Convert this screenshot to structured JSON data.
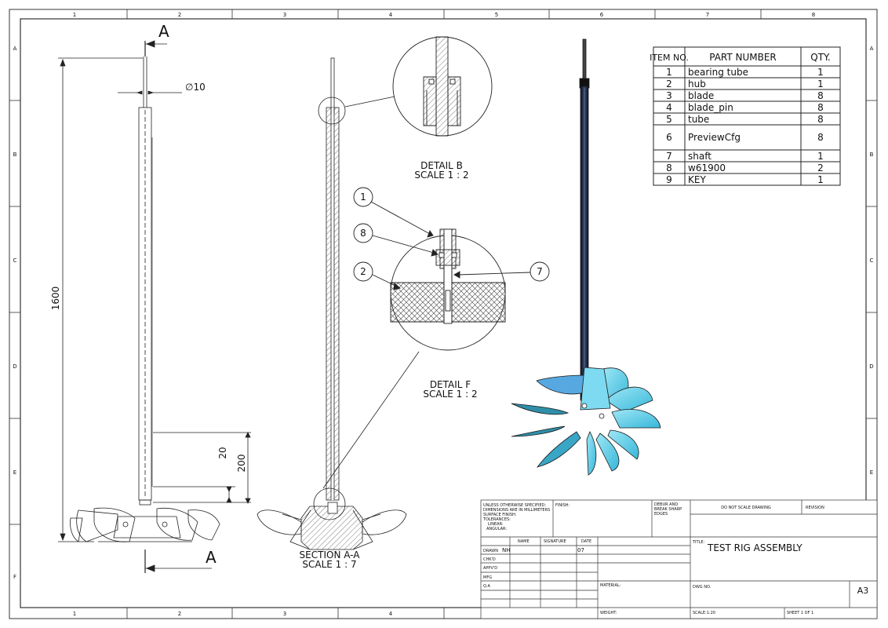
{
  "zones": {
    "columns": [
      "1",
      "2",
      "3",
      "4",
      "5",
      "6",
      "7",
      "8"
    ],
    "rows": [
      "A",
      "B",
      "C",
      "D",
      "E",
      "F"
    ]
  },
  "front_view": {
    "section_letter_top": "A",
    "section_letter_bottom": "A",
    "dim_diameter": "∅10",
    "dim_length": "1600",
    "dim_20": "20",
    "dim_200": "200"
  },
  "section_view": {
    "caption_line1": "SECTION A-A",
    "caption_line2": "SCALE 1 : 7"
  },
  "detail_b": {
    "caption_line1": "DETAIL B",
    "caption_line2": "SCALE 1 : 2"
  },
  "detail_f": {
    "caption_line1": "DETAIL F",
    "caption_line2": "SCALE 1 : 2",
    "balloons": [
      "1",
      "8",
      "2",
      "7"
    ]
  },
  "bom": {
    "headers": [
      "ITEM NO.",
      "PART NUMBER",
      "QTY."
    ],
    "rows": [
      {
        "item": "1",
        "part": "bearing tube",
        "qty": "1"
      },
      {
        "item": "2",
        "part": "hub",
        "qty": "1"
      },
      {
        "item": "3",
        "part": "blade",
        "qty": "8"
      },
      {
        "item": "4",
        "part": "blade_pin",
        "qty": "8"
      },
      {
        "item": "5",
        "part": "tube",
        "qty": "8"
      },
      {
        "item": "6",
        "part": "PreviewCfg",
        "qty": "8"
      },
      {
        "item": "7",
        "part": "shaft",
        "qty": "1"
      },
      {
        "item": "8",
        "part": "w61900",
        "qty": "2"
      },
      {
        "item": "9",
        "part": "KEY",
        "qty": "1"
      }
    ]
  },
  "title_block": {
    "unless_lines": [
      "UNLESS OTHERWISE SPECIFIED:",
      "DIMENSIONS ARE IN MILLIMETERS",
      "SURFACE FINISH:",
      "TOLERANCES:",
      "LINEAR:",
      "ANGULAR:"
    ],
    "finish": "FINISH:",
    "deburr_lines": [
      "DEBUR AND",
      "BREAK SHARP",
      "EDGES"
    ],
    "do_not_scale": "DO NOT SCALE DRAWING",
    "revision": "REVISION",
    "col_name": "NAME",
    "col_signature": "SIGNATURE",
    "col_date": "DATE",
    "row_drawn": "DRAWN",
    "row_chkd": "CHK'D",
    "row_apprd": "APPV'D",
    "row_mfg": "MFG",
    "row_qa": "Q.A",
    "drawn_name": "NH",
    "drawn_date": "07",
    "title_label": "TITLE:",
    "title": "TEST RIG ASSEMBLY",
    "material": "MATERIAL:",
    "dwg_no": "DWG NO.",
    "size": "A3",
    "weight": "WEIGHT:",
    "scale": "SCALE:1:20",
    "sheet": "SHEET 1 OF 1"
  },
  "colors": {
    "blade_light": "#6fd6ee",
    "blade_dark": "#2a8fb0",
    "shaft": "#1b2238",
    "line": "#222222"
  }
}
